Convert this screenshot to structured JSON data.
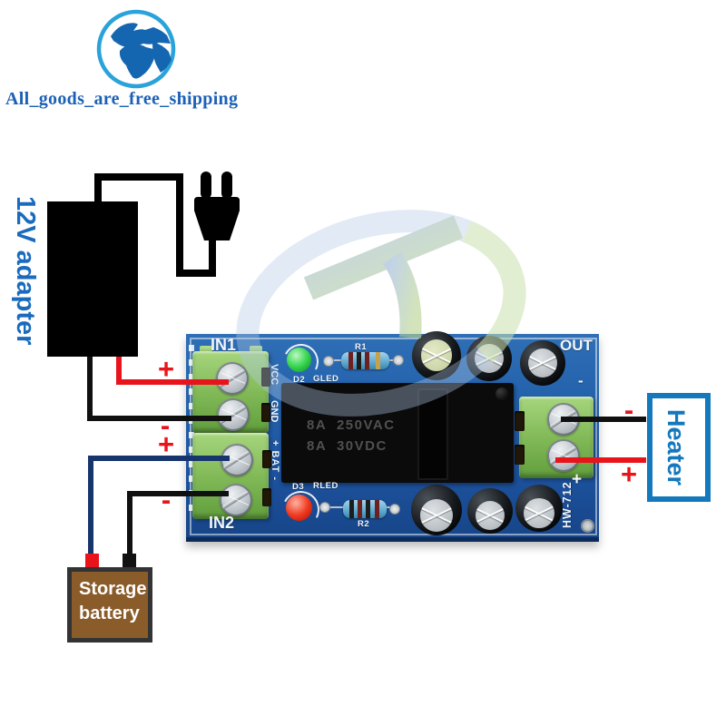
{
  "logo": {
    "text": "All_goods_are_free_shipping"
  },
  "annotations": {
    "adapter_label": "12V adapter",
    "heater_label": "Heater",
    "battery_label": "Storage battery",
    "adapter_plus": "+",
    "adapter_minus": "-",
    "battery_plus": "+",
    "battery_minus": "-",
    "heater_minus": "-",
    "heater_plus": "+"
  },
  "pcb": {
    "in1": "IN1",
    "in2": "IN2",
    "out": "OUT",
    "vcc": "VCC",
    "gnd": "GND",
    "bat": "+ BAT -",
    "out_minus": "-",
    "out_plus": "+",
    "model": "HW-712",
    "r1": "R1",
    "r2": "R2",
    "d2": "D2",
    "gled": "GLED",
    "d3": "D3",
    "rled": "RLED",
    "relay_line1": "8A  250VAC",
    "relay_line2": "8A  30VDC"
  },
  "colors": {
    "logo_blue": "#1b60b6",
    "label_blue": "#1a6bbd",
    "heater_blue": "#1478bd",
    "battery_brown": "#8a5c2a",
    "pcb_blue": "#1d54a0",
    "terminal_green": "#7fb755",
    "wire_red": "#e8131b",
    "wire_blue": "#17356d",
    "wire_black": "#101010",
    "annotation_red": "#e8131b"
  }
}
